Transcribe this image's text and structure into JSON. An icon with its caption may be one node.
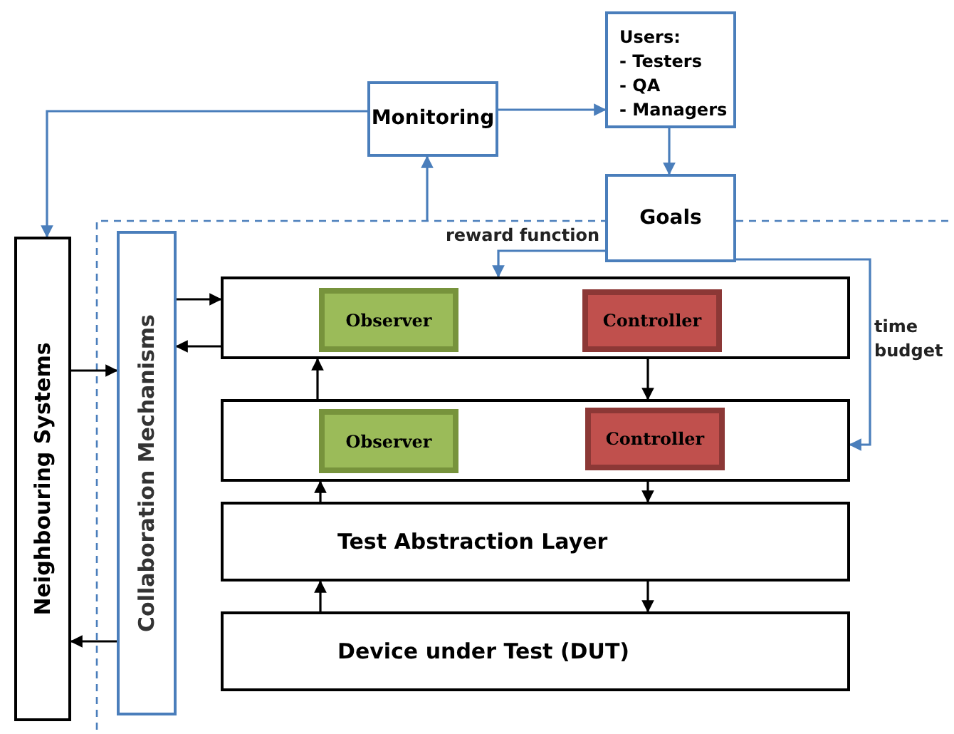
{
  "diagram": {
    "nodes": [
      {
        "text": [
          "Monitoring"
        ]
      },
      {
        "text": [
          "Users:",
          "- Testers",
          "- QA",
          "- Managers"
        ]
      },
      {
        "text": [
          "Goals"
        ]
      },
      {
        "text": [
          "Neighbouring Systems"
        ]
      },
      {
        "text": [
          "Collaboration Mechanisms"
        ]
      },
      {
        "text": [],
        "shape": "box"
      },
      {
        "text": [
          "Observer"
        ],
        "in": 5
      },
      {
        "text": [
          "Controller"
        ],
        "in": 5
      },
      {
        "text": [],
        "shape": "box"
      },
      {
        "text": [
          "Observer"
        ],
        "in": 8
      },
      {
        "text": [
          "Controller"
        ],
        "in": 8
      },
      {
        "text": [
          "Test Abstraction Layer"
        ]
      },
      {
        "text": [
          "Device under Test (DUT)"
        ]
      }
    ],
    "edges": [
      {
        "from": 0,
        "to": 1,
        "arrow": "to",
        "color": "#4a7ebb"
      },
      {
        "from": 0,
        "to": 3,
        "arrow": "to",
        "color": "#4a7ebb"
      },
      {
        "from": null,
        "to": 0,
        "arrow": "to",
        "color": "#4a7ebb"
      },
      {
        "from": 1,
        "to": 2,
        "arrow": "to",
        "color": "#4a7ebb"
      },
      {
        "from": 2,
        "to": 5,
        "arrow": "to",
        "label": "reward function",
        "color": "#4a7ebb"
      },
      {
        "from": 2,
        "to": 8,
        "arrow": "to",
        "label": "time budget",
        "color": "#4a7ebb"
      },
      {
        "from": 4,
        "to": 5,
        "arrow": "to"
      },
      {
        "from": 5,
        "to": 4,
        "arrow": "to"
      },
      {
        "from": 3,
        "to": 4,
        "arrow": "to"
      },
      {
        "from": 4,
        "to": 3,
        "arrow": "to"
      },
      {
        "from": 5,
        "to": 8,
        "arrow": "to"
      },
      {
        "from": 8,
        "to": 5,
        "arrow": "to"
      },
      {
        "from": 8,
        "to": 11,
        "arrow": "to"
      },
      {
        "from": 11,
        "to": 8,
        "arrow": "to"
      },
      {
        "from": 11,
        "to": 12,
        "arrow": "to"
      },
      {
        "from": 12,
        "to": 11,
        "arrow": "to"
      }
    ]
  }
}
